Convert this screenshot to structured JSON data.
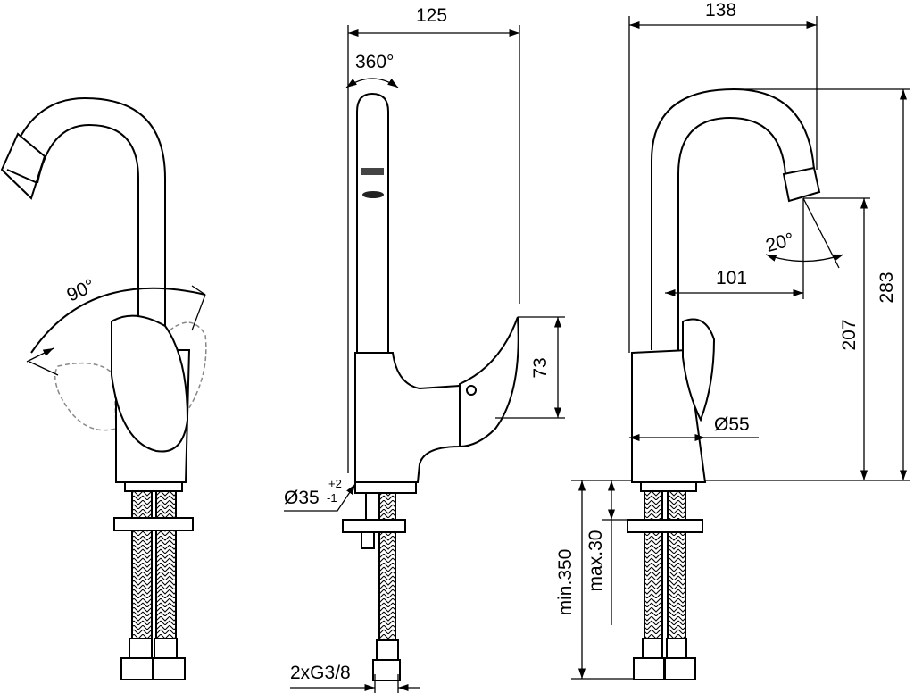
{
  "dimensions": {
    "width_side": "125",
    "width_back": "138",
    "rotation_spout": "360°",
    "rotation_handle": "90°",
    "spout_angle": "20°",
    "spout_reach": "101",
    "handle_height": "73",
    "spout_height": "207",
    "total_height": "283",
    "body_diameter": "Ø55",
    "hole_diameter": "Ø35",
    "hole_tol_plus": "+2",
    "hole_tol_minus": "-1",
    "hose_length": "min.350",
    "deck_thickness": "max.30",
    "connection": "2xG3/8"
  }
}
